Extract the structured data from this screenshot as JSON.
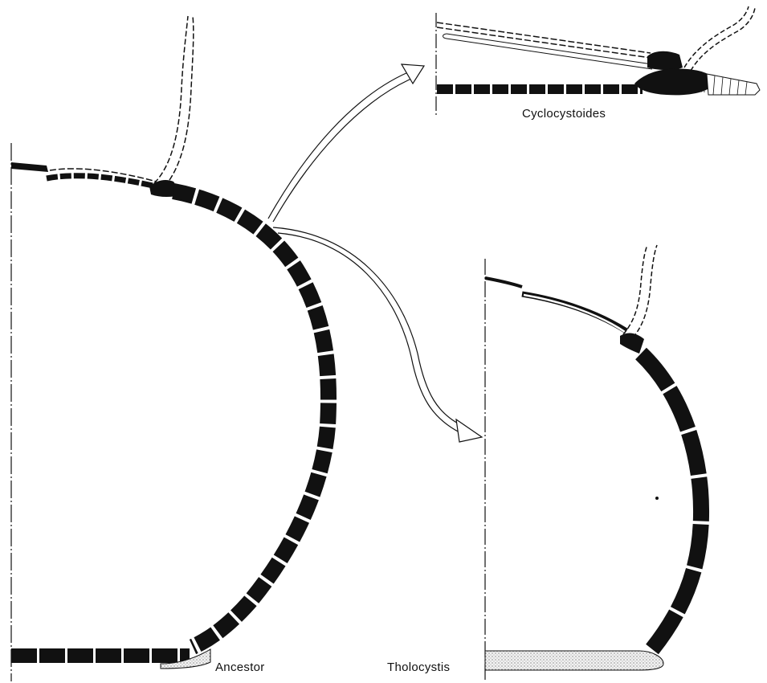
{
  "labels": {
    "cyclocystoides": "Cyclocystoides",
    "ancestor": "Ancestor",
    "tholocystis": "Tholocystis"
  },
  "colors": {
    "plate": "#111111",
    "line": "#111111",
    "stipple": "#e6e6e6",
    "background": "#ffffff"
  }
}
